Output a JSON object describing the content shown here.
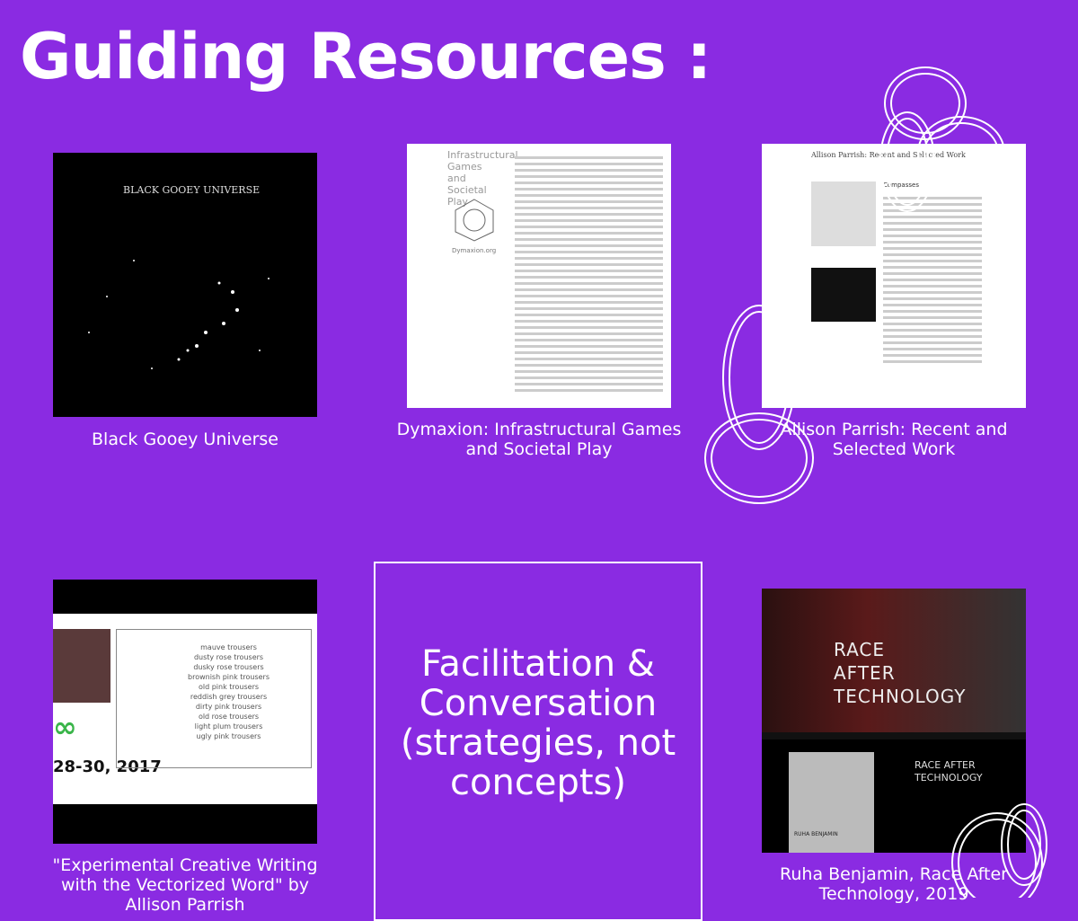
{
  "page": {
    "title": "Guiding Resources :"
  },
  "cards": [
    {
      "caption": "Black Gooey Universe",
      "thumb_title": "BLACK GOOEY UNIVERSE"
    },
    {
      "caption": "Dymaxion: Infrastructural Games and Societal Play",
      "thumb_title": "Infrastructural Games and Societal Play",
      "thumb_sub": "Dymaxion.org"
    },
    {
      "caption": "Allison Parrish: Recent and Selected Work",
      "thumb_title": "Allison Parrish: Recent and Selected Work",
      "thumb_sub": "Compasses"
    },
    {
      "caption": "\"Experimental Creative Writing with the Vectorized Word\" by Allison Parrish",
      "thumb_words": "mauve trousers\ndusty rose trousers\ndusky rose trousers\nbrownish pink trousers\nold pink trousers\nreddish grey trousers\ndirty pink trousers\nold rose trousers\nlight plum trousers\nugly pink trousers",
      "thumb_date": "28-30, 2017"
    },
    {
      "caption": "Ruha Benjamin, Race After Technology, 2019",
      "thumb_title": "RACE AFTER TECHNOLOGY",
      "thumb_sub": "RUHA BENJAMIN"
    }
  ],
  "facilitation": {
    "label": "Facilitation & Conversation (strategies, not concepts)"
  }
}
